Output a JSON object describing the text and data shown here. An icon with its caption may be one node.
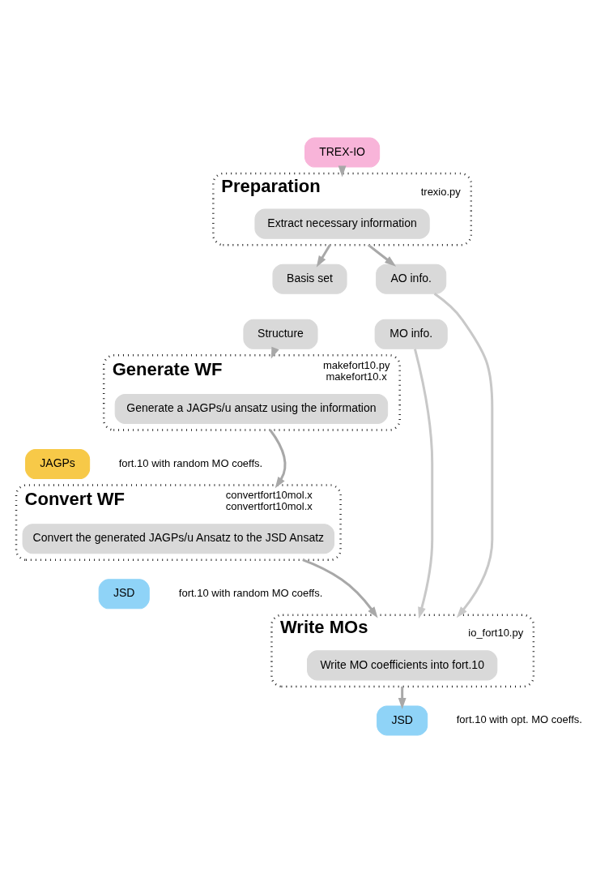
{
  "diagram": {
    "nodes": [
      {
        "text": [
          "TREX-IO"
        ]
      },
      {
        "text": [
          "Preparation"
        ],
        "beside": [
          "trexio.py"
        ]
      },
      {
        "text": [
          "Extract necessary information"
        ],
        "in": 1
      },
      {
        "text": [
          "Basis set"
        ]
      },
      {
        "text": [
          "Structure"
        ]
      },
      {
        "text": [
          "AO info."
        ]
      },
      {
        "text": [
          "MO info."
        ]
      },
      {
        "text": [
          "Generate WF"
        ],
        "beside": [
          "makefort10.py",
          "makefort10.x"
        ]
      },
      {
        "text": [
          "Generate a JAGPs/u ansatz using the information"
        ],
        "in": 7
      },
      {
        "text": [
          "JAGPs"
        ],
        "beside": [
          "fort.10 with random MO coeffs."
        ]
      },
      {
        "text": [
          "Convert WF"
        ],
        "beside": [
          "convertfort10mol.x",
          "convertfort10mol.x"
        ]
      },
      {
        "text": [
          "Convert the generated JAGPs/u Ansatz to the JSD Ansatz"
        ],
        "in": 10
      },
      {
        "text": [
          "JSD"
        ],
        "beside": [
          "fort.10 with random MO coeffs."
        ]
      },
      {
        "text": [
          "Write MOs"
        ],
        "beside": [
          "io_fort10.py"
        ]
      },
      {
        "text": [
          "Write MO coefficients into fort.10"
        ],
        "in": 13
      },
      {
        "text": [
          "JSD"
        ],
        "beside": [
          "fort.10 with opt. MO coeffs."
        ]
      }
    ],
    "edges": [
      {
        "from": 0,
        "to": 1,
        "arrow": "to"
      },
      {
        "from": 1,
        "to": 3,
        "arrow": "to"
      },
      {
        "from": 1,
        "to": 5,
        "arrow": "to"
      },
      {
        "from": 4,
        "to": 7,
        "arrow": "to"
      },
      {
        "from": 7,
        "to": 10,
        "arrow": "to"
      },
      {
        "from": 10,
        "to": 13,
        "arrow": "to"
      },
      {
        "from": 5,
        "to": 13,
        "arrow": "to",
        "color": "#c8c8c8"
      },
      {
        "from": 6,
        "to": 13,
        "arrow": "to",
        "color": "#c8c8c8"
      },
      {
        "from": 13,
        "to": 15,
        "arrow": "to"
      }
    ]
  }
}
